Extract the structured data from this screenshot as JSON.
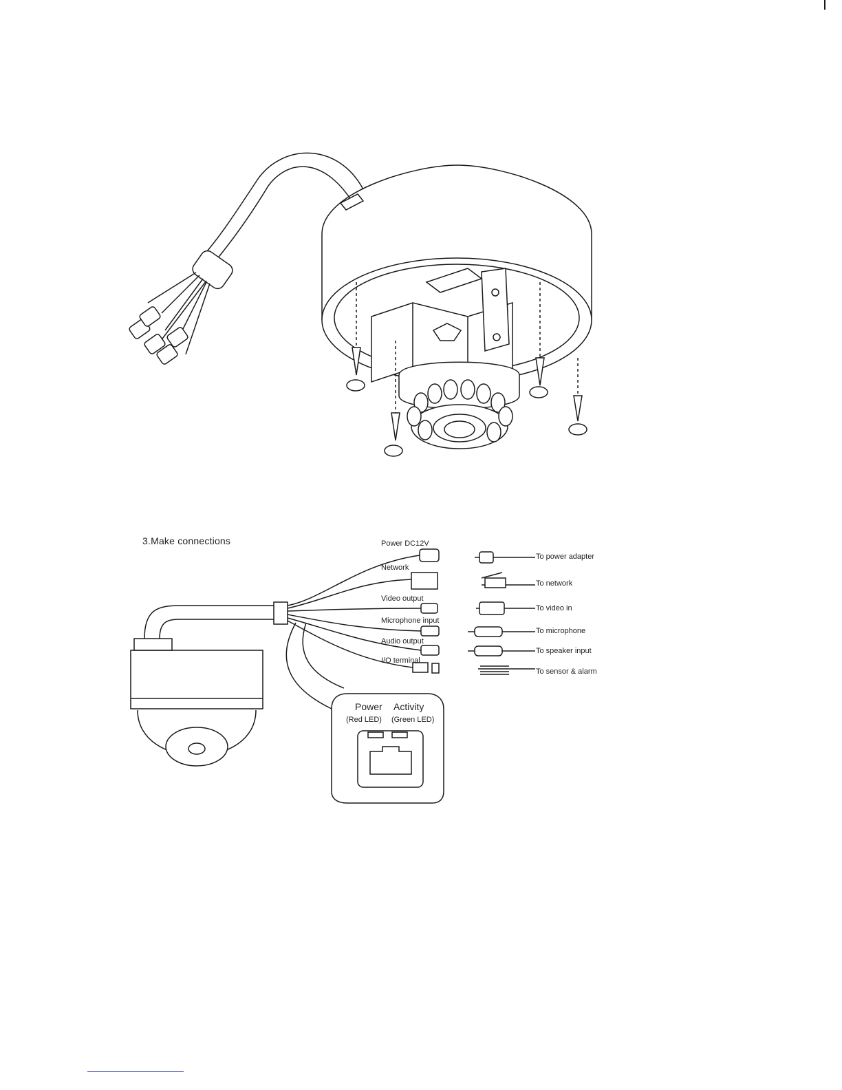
{
  "section": {
    "title": "3.Make connections"
  },
  "cables": [
    {
      "label": "Power DC12V",
      "destination": "To power adapter"
    },
    {
      "label": "Network",
      "destination": "To network"
    },
    {
      "label": "Video output",
      "destination": "To video in"
    },
    {
      "label": "Microphone input",
      "destination": "To microphone"
    },
    {
      "label": "Audio output",
      "destination": "To speaker input"
    },
    {
      "label": "I/O terminal",
      "destination": "To sensor & alarm"
    }
  ],
  "leds": {
    "power": {
      "label": "Power",
      "sub": "(Red LED)"
    },
    "activity": {
      "label": "Activity",
      "sub": "(Green LED)"
    }
  },
  "colors": {
    "line": "#1a1a1a",
    "footer_rule": "#2d3aa8"
  }
}
